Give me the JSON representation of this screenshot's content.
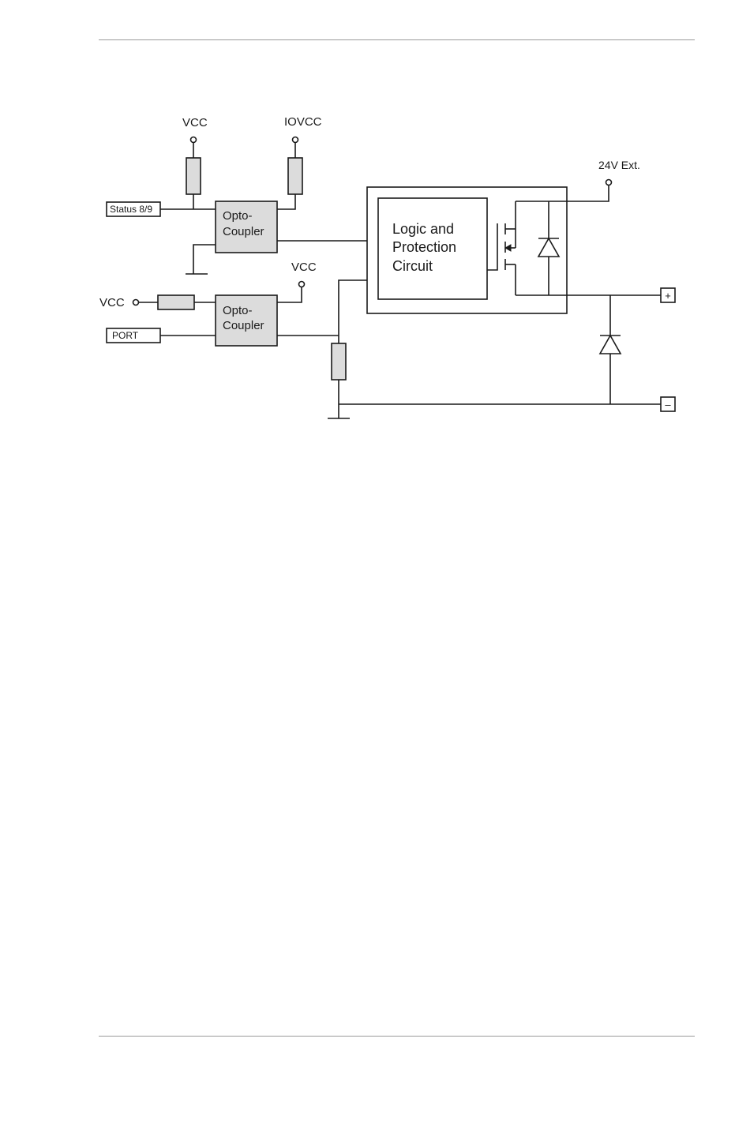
{
  "labels": {
    "vcc_top": "VCC",
    "iovcc": "IOVCC",
    "ext_24v": "24V Ext.",
    "status": "Status 8/9",
    "opto1_line1": "Opto-",
    "opto1_line2": "Coupler",
    "logic_line1": "Logic  and",
    "logic_line2": "Protection",
    "logic_line3": "Circuit",
    "vcc_mid": "VCC",
    "vcc_left": "VCC",
    "opto2_line1": "Opto-",
    "opto2_line2": "Coupler",
    "port": "PORT",
    "plus": "+",
    "minus": "–"
  }
}
